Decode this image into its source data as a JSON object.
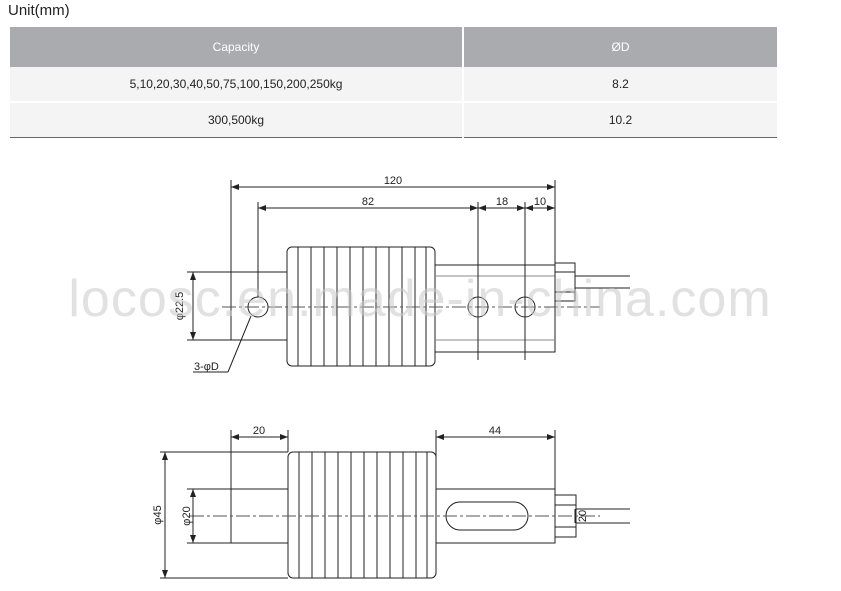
{
  "unit_label": "Unit(mm)",
  "table": {
    "headers": [
      "Capacity",
      "ØD"
    ],
    "rows": [
      [
        "5,10,20,30,40,50,75,100,150,200,250kg",
        "8.2"
      ],
      [
        "300,500kg",
        "10.2"
      ]
    ]
  },
  "drawing": {
    "dims": {
      "total_length": "120",
      "length_82": "82",
      "length_18": "18",
      "length_10": "10",
      "height_22_5": "φ22.5",
      "holes": "3-φD",
      "end_20": "20",
      "slot_44": "44",
      "dia_45": "φ45",
      "dia_20": "φ20",
      "cable_20": "20"
    }
  },
  "watermark": "locosc.en.made-in-china.com"
}
